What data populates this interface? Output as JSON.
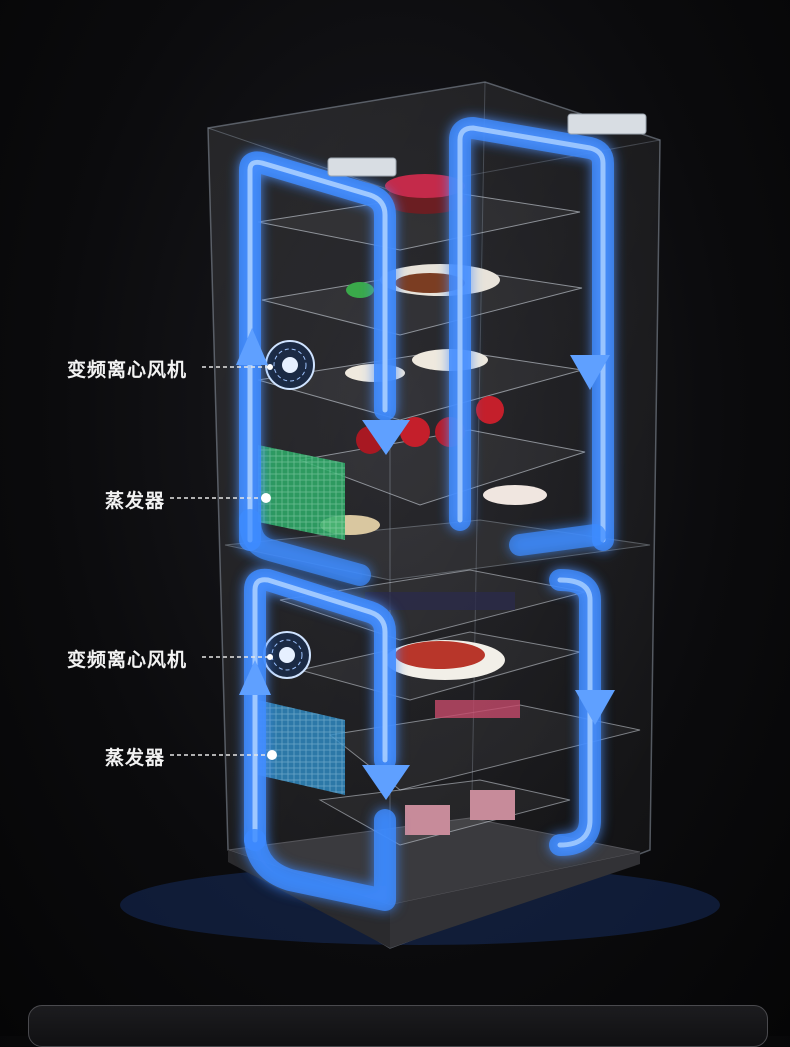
{
  "callouts": {
    "fan_upper": "变频离心风机",
    "evaporator_upper": "蒸发器",
    "fan_lower": "变频离心风机",
    "evaporator_lower": "蒸发器"
  },
  "colors": {
    "airflow": "#3d8bff",
    "airflow_glow": "#7fb6ff",
    "evaporator": "#2fae6a",
    "evaporator_lower": "#2f8fc9",
    "glass": "#9aa6b4",
    "label": "#f2f2f2"
  }
}
